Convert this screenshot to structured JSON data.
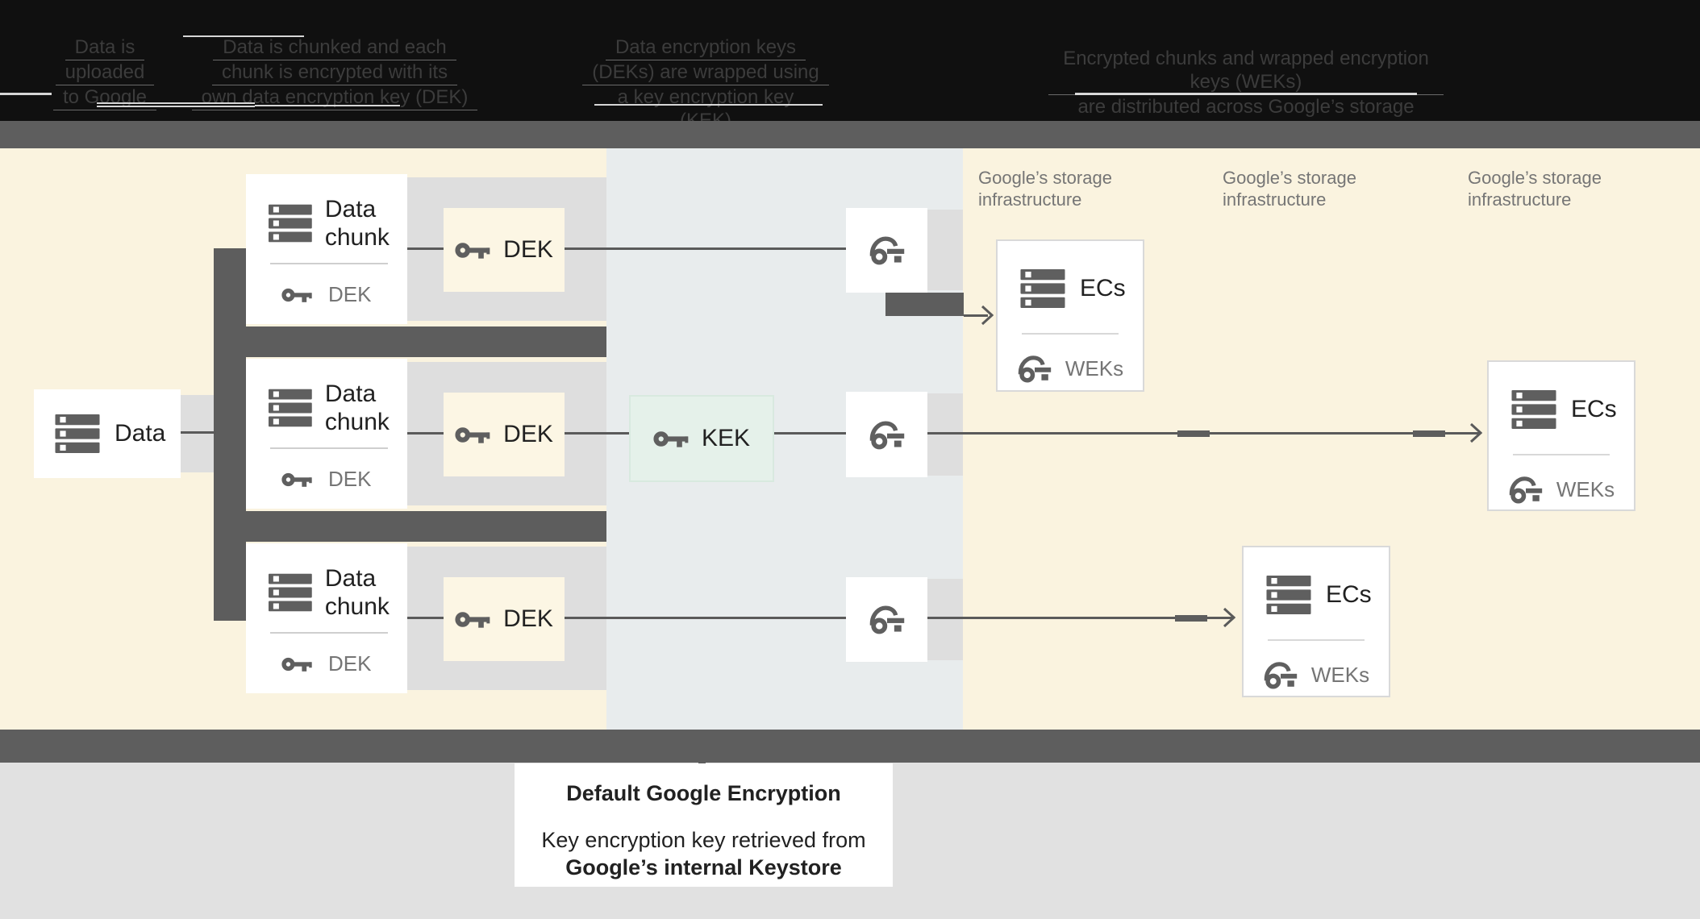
{
  "header": {
    "steps": [
      {
        "lines": [
          "Data is",
          "uploaded",
          "to Google"
        ]
      },
      {
        "lines": [
          "Data is chunked and each",
          "chunk is encrypted with its",
          "own data encryption key (DEK)"
        ]
      },
      {
        "lines": [
          "Data encryption keys",
          "(DEKs) are wrapped using",
          "a key encryption key (KEK)"
        ]
      },
      {
        "lines": [
          "Encrypted chunks and wrapped encryption keys (WEKs)",
          "are distributed across Google’s storage infrastructure"
        ]
      }
    ]
  },
  "diagram": {
    "data_box": {
      "label": "Data"
    },
    "chunks": [
      {
        "title": "Data chunk",
        "key_label": "DEK"
      },
      {
        "title": "Data chunk",
        "key_label": "DEK"
      },
      {
        "title": "Data chunk",
        "key_label": "DEK"
      }
    ],
    "dek_boxes": [
      {
        "label": "DEK"
      },
      {
        "label": "DEK"
      },
      {
        "label": "DEK"
      }
    ],
    "kek_box": {
      "label": "KEK"
    },
    "storage_labels": [
      {
        "text": "Google’s storage infrastructure"
      },
      {
        "text": "Google’s storage infrastructure"
      },
      {
        "text": "Google’s storage infrastructure"
      }
    ],
    "ec_cards": [
      {
        "title": "ECs",
        "key_label": "WEKs"
      },
      {
        "title": "ECs",
        "key_label": "WEKs"
      },
      {
        "title": "ECs",
        "key_label": "WEKs"
      }
    ]
  },
  "caption": {
    "title": "Default Google Encryption",
    "line1": "Key encryption key retrieved from",
    "line2": "Google’s internal Keystore"
  },
  "colors": {
    "header_bg": "#101010",
    "strip_gray": "#5e5e5e",
    "page_yellow": "#faf3df",
    "center_zone": "#e8eced",
    "band_gray": "#dedede",
    "connector_dark": "#5d5d5d",
    "dek_cream": "#fcf6e4",
    "kek_mint": "#e5f1ea",
    "icon_gray": "#5f5f5f",
    "text_dark": "#212121",
    "text_gray": "#757575"
  }
}
